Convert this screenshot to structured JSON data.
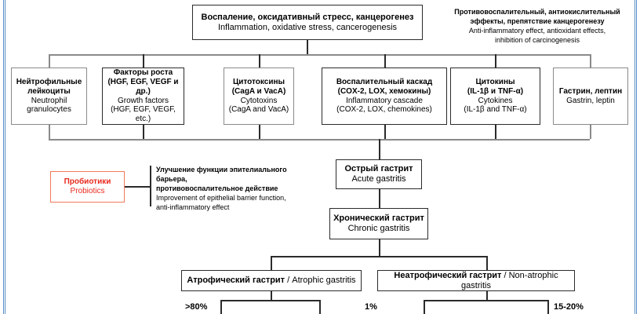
{
  "diagram": {
    "title_box": {
      "ru": "Воспаление, оксидативный стресс, канцерогенез",
      "en": "Inflammation, oxidative stress, cancerogenesis"
    },
    "side_note": {
      "ru_line1": "Противовоспалительный, антиокислительный",
      "ru_line2": "эффекты, препятствие канцерогенезу",
      "en_line1": "Anti-inflammatory effect, antioxidant effects,",
      "en_line2": "inhibition of carcinogenesis"
    },
    "mediators": [
      {
        "ru_line1": "Нейтрофильные",
        "ru_line2": "лейкоциты",
        "en_line1": "Neutrophil",
        "en_line2": "granulocytes"
      },
      {
        "ru_line1": "Факторы роста",
        "ru_line2": "(HGF, EGF, VEGF и др.)",
        "en_line1": "Growth factors",
        "en_line2": "(HGF, EGF, VEGF, etc.)"
      },
      {
        "ru_line1": "Цитотоксины",
        "ru_line2": "(CagA и VacA)",
        "en_line1": "Cytotoxins",
        "en_line2": "(CagA and VacA)"
      },
      {
        "ru_line1": "Воспалительный каскад",
        "ru_line2": "(COX-2, LOX, хемокины)",
        "en_line1": "Inflammatory cascade",
        "en_line2": "(COX-2, LOX, chemokines)"
      },
      {
        "ru_line1": "Цитокины",
        "ru_line2": "(IL-1β и TNF-α)",
        "en_line1": "Cytokines",
        "en_line2": "(IL-1β and TNF-α)"
      },
      {
        "ru_line1": "Гастрин, лептин",
        "ru_line2": "",
        "en_line1": "Gastrin, leptin",
        "en_line2": ""
      }
    ],
    "probiotics": {
      "ru": "Пробиотики",
      "en": "Probiotics",
      "border_color": "#f07a5a",
      "text_color": "#e8291e"
    },
    "probiotics_effect": {
      "ru_line1": "Улучшение функции эпителиального барьера,",
      "ru_line2": "противовоспалительное действие",
      "en_line1": "Improvement of epithelial barrier function,",
      "en_line2": "anti-inflammatory effect"
    },
    "acute_gastritis": {
      "ru": "Острый гастрит",
      "en": "Acute gastritis"
    },
    "chronic_gastritis": {
      "ru": "Хронический гастрит",
      "en": "Chronic gastritis"
    },
    "atrophic": {
      "ru": "Атрофический гастрит",
      "sep": " / ",
      "en": "Atrophic gastritis"
    },
    "non_atrophic": {
      "ru": "Неатрофический гастрит",
      "sep": " / ",
      "en": "Non-atrophic gastritis"
    },
    "percentages": {
      "atrophic_left": ">80%",
      "atrophic_right": "1%",
      "non_atrophic_right": "15-20%"
    }
  }
}
